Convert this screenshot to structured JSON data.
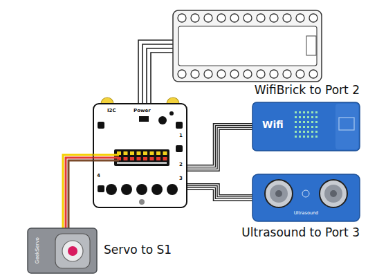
{
  "diagram": {
    "nodes": [
      {
        "text": [
          "WifiBrick to Port 2",
          "Wifi"
        ]
      },
      {
        "text": [
          "I2C",
          "Power",
          "1",
          "2",
          "3",
          "4"
        ]
      },
      {
        "text": [
          "Ultrasound to Port 3",
          "Ultrasound"
        ]
      },
      {
        "text": [
          "Servo to S1",
          "GeekServo"
        ]
      }
    ],
    "edges": [
      {
        "from": 1,
        "to": 0,
        "arrow": "none"
      },
      {
        "from": 1,
        "to": 2,
        "arrow": "none"
      },
      {
        "from": 1,
        "to": 3,
        "arrow": "none"
      }
    ]
  }
}
